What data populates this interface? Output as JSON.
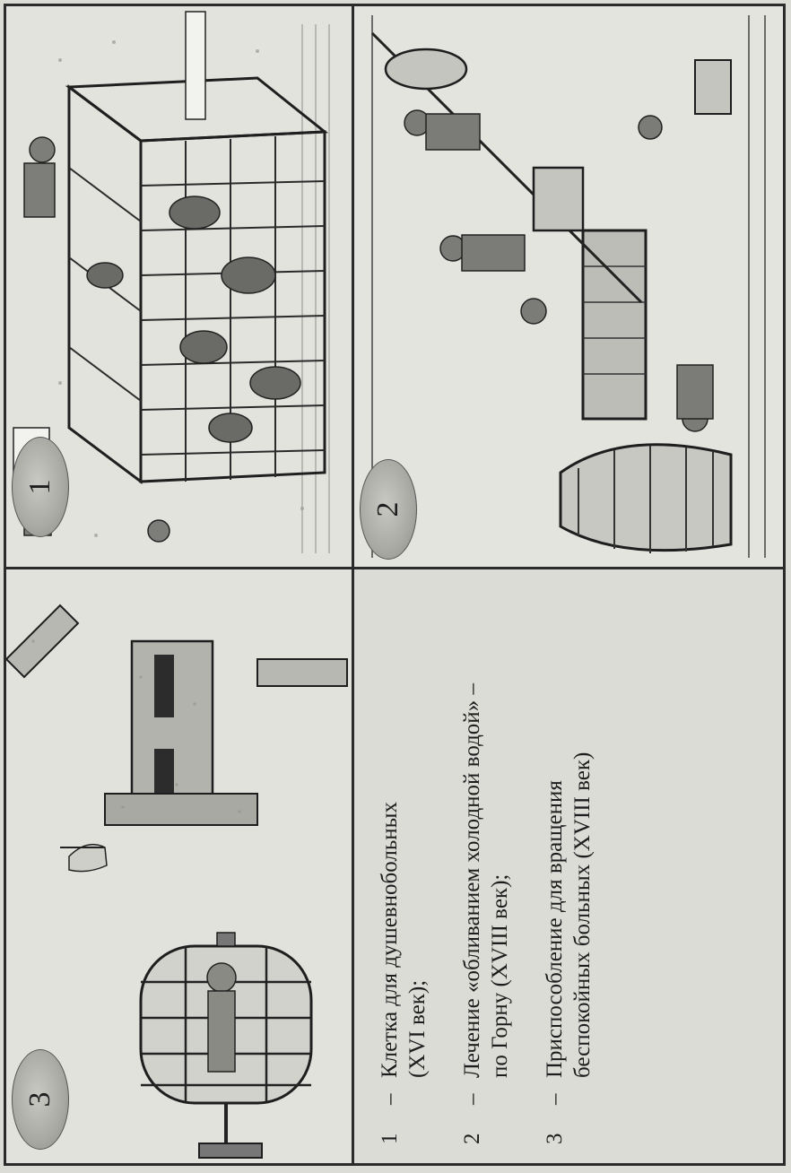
{
  "panels": [
    {
      "number": "1",
      "illustration": "cage-with-patients-illustration"
    },
    {
      "number": "2",
      "illustration": "cold-water-dousing-illustration"
    },
    {
      "number": "3",
      "illustration": "rotating-cage-device-illustration"
    }
  ],
  "captions": [
    {
      "num": "1",
      "dash": "–",
      "line1": "Клетка для душевнобольных",
      "line2": "(XVI век);"
    },
    {
      "num": "2",
      "dash": "–",
      "line1": "Лечение «обливанием холодной водой» –",
      "line2": "по Горну  (XVIII век);"
    },
    {
      "num": "3",
      "dash": "–",
      "line1": "Приспособление для вращения",
      "line2": "беспокойных больных (XVIII  век)"
    }
  ]
}
